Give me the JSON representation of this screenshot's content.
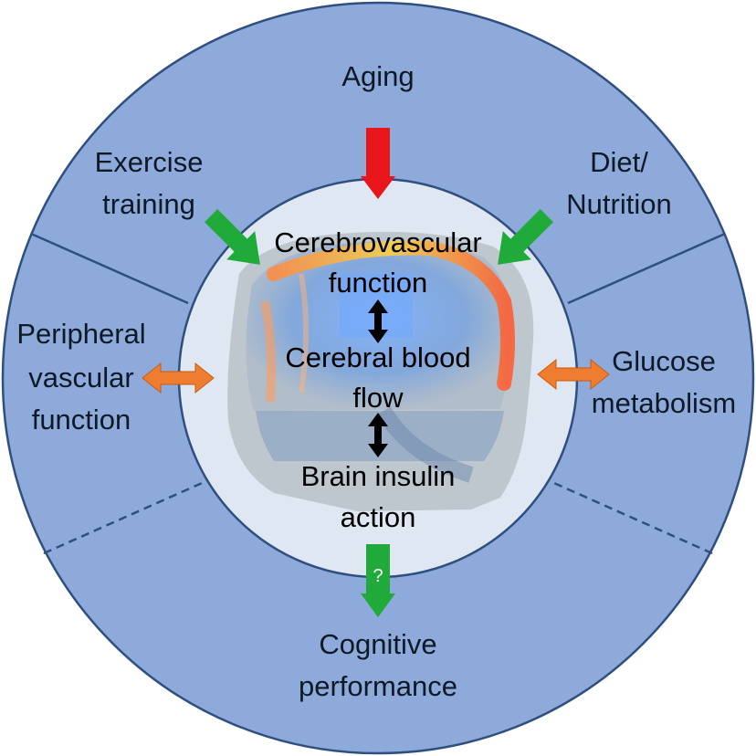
{
  "outer_ring": {
    "top": "Aging",
    "top_left": [
      "Exercise",
      "training"
    ],
    "top_right": [
      "Diet/",
      "Nutrition"
    ],
    "left": [
      "Peripheral",
      "vascular",
      "function"
    ],
    "right": [
      "Glucose",
      "metabolism"
    ],
    "bottom": [
      "Cognitive",
      "performance"
    ]
  },
  "center": {
    "item1": [
      "Cerebrovascular",
      "function"
    ],
    "item2": [
      "Cerebral blood",
      "flow"
    ],
    "item3": [
      "Brain insulin",
      "action"
    ]
  },
  "arrow_question": "?",
  "colors": {
    "ring": "#8eaadb",
    "ring_stroke": "#2f4f7f",
    "inner_disc": "#dfe7f3",
    "aging_arrow": "#e8151b",
    "positive_arrow": "#1faa3a",
    "bidirectional_arrow": "#ef7d2f",
    "center_arrow": "#000000"
  }
}
